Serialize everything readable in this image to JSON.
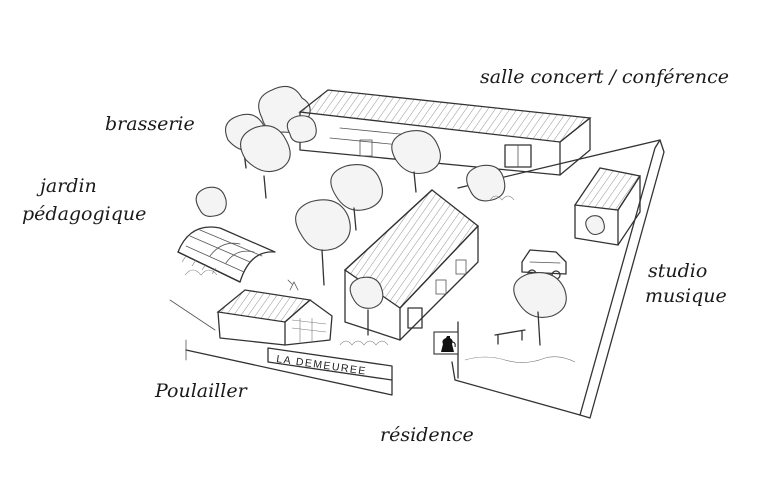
{
  "labels": {
    "concert": "salle concert / conférence",
    "brasserie": "brasserie",
    "jardin_line1": "jardin",
    "jardin_line2": "pédagogique",
    "studio_line1": "studio",
    "studio_line2": "musique",
    "poulailler": "Poulailler",
    "residence": "résidence",
    "sign": "LA DEMEUREE"
  },
  "icons": {
    "flag": "jug-flag-icon"
  }
}
